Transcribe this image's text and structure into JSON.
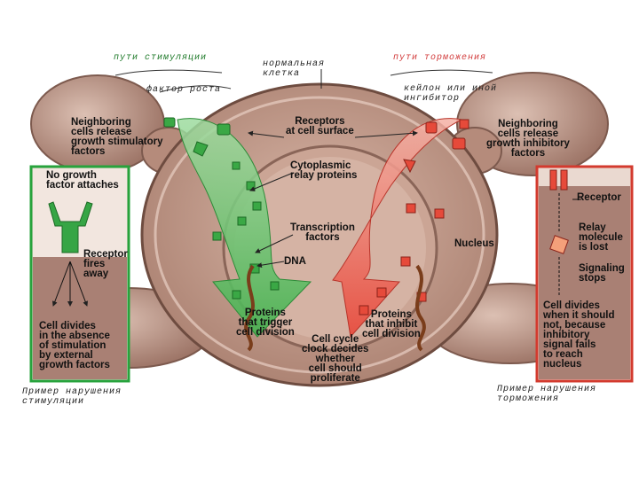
{
  "header": {
    "stimulation_paths": "пути стимуляции",
    "normal_cell": "нормальная\nклетка",
    "inhibition_paths": "пути торможения",
    "growth_factor": "фактор роста",
    "inhibitor": "кейлон или иной\nингибитор"
  },
  "center": {
    "neighbor_stim": "Neighboring\ncells release\ngrowth stimulatory\nfactors",
    "receptors": "Receptors\nat cell surface",
    "neighbor_inhib": "Neighboring\ncells release\ngrowth inhibitory\nfactors",
    "relay": "Cytoplasmic\nrelay proteins",
    "transcription": "Transcription\nfactors",
    "nucleus": "Nucleus",
    "dna": "DNA",
    "proteins_trigger": "Proteins\nthat trigger\ncell division",
    "proteins_inhibit": "Proteins\nthat inhibit\ncell division",
    "cell_cycle": "Cell cycle\nclock decides\nwhether\ncell should\nproliferate"
  },
  "left_panel": {
    "no_growth": "No growth\nfactor attaches",
    "receptor_fires": "Receptor\nfires\naway",
    "cell_divides": "Cell divides\nin the absence\nof stimulation\nby external\ngrowth factors"
  },
  "right_panel": {
    "receptor": "Receptor",
    "relay_lost": "Relay\nmolecule\nis lost",
    "signaling_stops": "Signaling\nstops",
    "cell_divides": "Cell divides\nwhen it should\nnot, because\ninhibitory\nsignal fails\nto reach\nnucleus"
  },
  "captions": {
    "left": "Пример нарушения\nстимуляции",
    "right": "Пример нарушения\nторможения"
  },
  "colors": {
    "stim_green": "#3bb54a",
    "inhib_red": "#e8483a",
    "cell_tan": "#c79f8e"
  }
}
